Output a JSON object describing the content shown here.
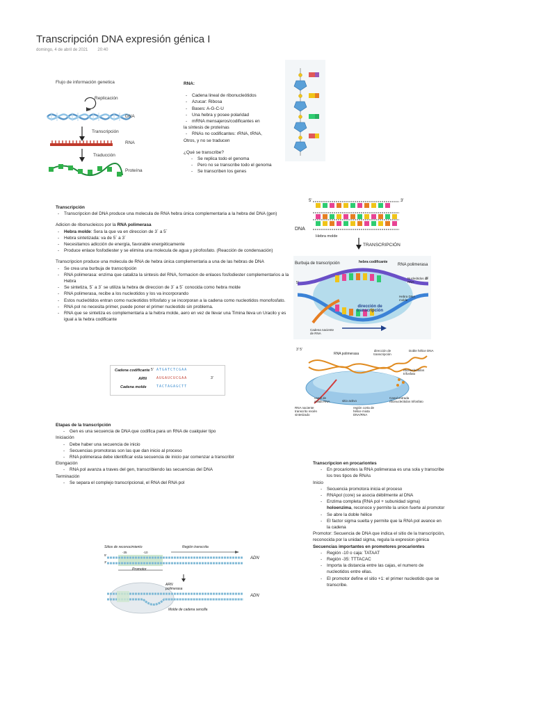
{
  "page": {
    "title": "Transcripción DNA expresión génica I",
    "date": "domingo, 4 de abril de 2021",
    "time": "20:40"
  },
  "flow_figure": {
    "title": "Flujo de información genetica",
    "replicacion": "Replicación",
    "dna": "DNA",
    "transcripcion": "Transcripción",
    "rna": "RNA",
    "traduccion": "Traducción",
    "proteina": "Proteína"
  },
  "rna_section": {
    "heading": "RNA:",
    "items": [
      "Cadena lineal de ribonucleótidos",
      "Azucar: Ribosa",
      "Bases: A-G-C-U",
      "Una hebra y posee polaridad",
      "mRNA mensajeros/codificantes en"
    ],
    "continuation": "la síntesis de proteínas",
    "item_nc": "RNAs no codificantes: rRNA, tRNA,",
    "continuation2": "Otros, y no se traducen",
    "question": "¿Qué se transcribe?",
    "q_items": [
      "Se replica todo el genoma",
      "Pero no se transcribe todo el genoma",
      "Se transcriben los genes"
    ]
  },
  "transcripcion": {
    "heading": "Transcripción",
    "item": "Transcripcion del DNA produce una molecula de RNA hebra única complementaria a la hebra del DNA (gen)",
    "adicion_prefix": "Adicion de ribonucleicos por la ",
    "adicion_bold": "RNA polimerasa",
    "adicion_items": [
      {
        "bold": "Hebra molde",
        "text": ": Sera la que va en direccion de 3´ a 5´"
      },
      {
        "bold": "",
        "text": "Hebra sintetizada: va de 5´ a 3´"
      },
      {
        "bold": "",
        "text": "Necesitamos adicción de energía, favorable energéticamente"
      },
      {
        "bold": "",
        "text": "Produce enlace fosfodiester y se elimina una molecula de agua y pirofosfato. (Reacción de condensación)"
      }
    ],
    "produce": "Transcripcion produce una molecula de RNA de hebra única complementaria a una de las hebras de DNA",
    "produce_items": [
      "Se crea una burbuja de transcripción",
      "RNA polimerasa: enzima que cataliza la sintesis del RNA, formacion de enlaces fosfodiester complementarios a la Hebra",
      "Se sintetiza, 5´ a 3´ se utiliza la hebra de direccion de 3´ a 5´ conocida como hebra molde",
      "RNA polimerasa, recibe a los nucleotidos y los va incorporando",
      "Estos nucleótidos entran como nucleotidos trifosfato y se incorporan a la cadena como nucleotidos monofosfato.",
      "RNA pol no necesita primer, puede poner el primer nucleotido sin problema.",
      "RNA que se sintetiza es complementaria a la hebra molde, aero en vez de llevar una Timina lleva un Uracilo y es igual a la hebra codificante"
    ]
  },
  "codon_figure": {
    "cadena_codificante": "Cadena codificante",
    "arn": "ARN",
    "cadena_molde": "Cadena molde",
    "seq_top": "ATGATCTCGAA",
    "seq_mid": "AUGAUCUCGAA",
    "seq_bot": "TACTAGAGCTT",
    "five": "5'",
    "three": "3'"
  },
  "etapas": {
    "heading": "Etapas de la transcripción",
    "gen": "Gen es una secuencia de DNA que codifica para un RNA de cualquier tipo",
    "iniciacion": "Iniciación",
    "ini_items": [
      "Debe haber una secuencia de inicio",
      "Secuencias promotoras son las que dan inicio al proceso",
      "RNA polimerasa debe identificar esta secuencia de inicio par comenzar a transcribir"
    ],
    "elongacion": "Elongación",
    "elo_items": [
      "RNA pol avanza a traves del gen, transcribiendo las secuencias del DNA"
    ],
    "terminacion": "Terminación",
    "ter_items": [
      "Se separa el complejo transcripcional, el RNA del RNA pol"
    ]
  },
  "procariontes": {
    "heading": "Transcripcion en procariontes",
    "items": [
      "En procariontes la RNA polimerasa es una sola y transcribe los tres tipos de RNAs"
    ],
    "inicio": "Inicio",
    "inicio_items": [
      {
        "pre": "Secuencia promotora inicia el proceso",
        "bold": "",
        "post": ""
      },
      {
        "pre": "RNApol (core) se asocia débilmente al DNA",
        "bold": "",
        "post": ""
      },
      {
        "pre": "Enzima completa (RNA pol + subunidad sigma) ",
        "bold": "holoenzima",
        "post": ", reconoce y permite la union fuerte al promotor"
      },
      {
        "pre": "Se abre la doble hélice",
        "bold": "",
        "post": ""
      },
      {
        "pre": "El factor sigma suelta y permite que la RNA pol avance en la cadena",
        "bold": "",
        "post": ""
      }
    ],
    "promotor": "Promotor: Secuencia de DNA que indica el sitio de la transcripción, reconocida por la unidad sigma, regula la expresion génica",
    "secuencias": "Secuencias importantes en promotores procariontes",
    "sec_items": [
      "Región -10 o caja: TATAAT",
      "Región -35: TTTACAC",
      "Importa la distancia entre las cajas, el numero de nucleotidos entre ellas.",
      "El promotor define el sitio +1: el primer nucleotido que se transcribe."
    ]
  },
  "fig_dna": {
    "five": "5'",
    "three": "3'",
    "dna": "DNA",
    "hebra_molde": "Hebra molde",
    "transcripcion": "TRANSCRIPCIÓN"
  },
  "fig_bubble": {
    "burbuja": "Burbuja de transcripción",
    "hebra_codificante": "hebra codificante",
    "rna_pol": "RNA polimerasa",
    "nucleotidos": "Nucleótidos de RNA",
    "hebra_dna_molde": "Hebra DNA molde",
    "cadena_naciente": "Cadena naciente de RNA",
    "direccion": "dirección de transcripción",
    "five": "5'",
    "three": "3'"
  },
  "fig_pol": {
    "three_five": "3' 5'",
    "rna_pol": "RNA polimerasa",
    "direccion": "dirección de transcripción",
    "doble": "Doble hélice DNA",
    "ribo": "ribonucleótidos trifosfato",
    "canal_entrada": "Canal entrada ribonucleótidos trifosfato",
    "canal_salida": "canal de salida RNA",
    "sitio": "sitio activo",
    "region": "región corta de hélice mixta DNA/RNA",
    "naciente": "RNA naciente transcrito recién sintetizado"
  },
  "fig_promoter": {
    "sitios": "Sitios de reconocimiento",
    "region": "Región transcrita",
    "adn": "ADN",
    "m35": "-35",
    "m10": "-10",
    "promotor": "Promotor",
    "arn_pol": "ARN polimerasa",
    "molde": "Molde de cadena sencilla",
    "five": "5'",
    "three": "3'"
  }
}
